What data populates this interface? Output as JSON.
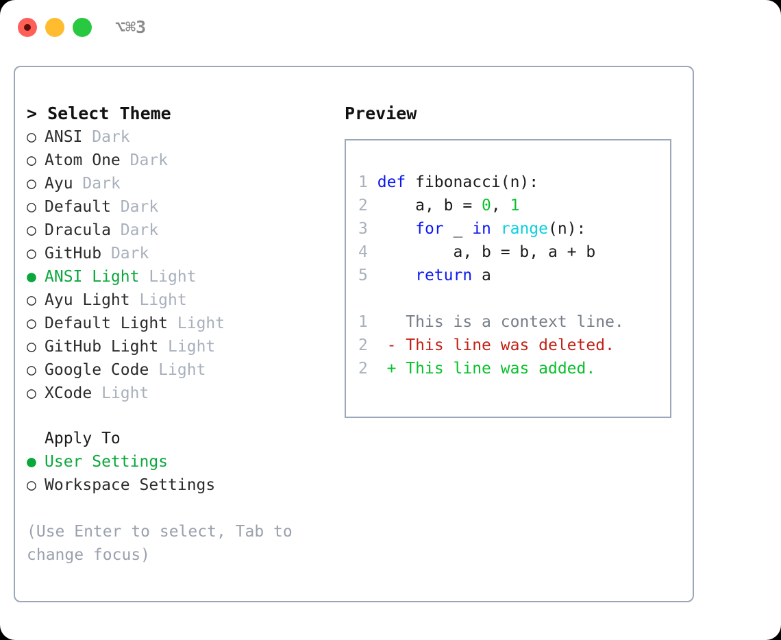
{
  "titlebar": {
    "shortcut": "⌥⌘3",
    "buttons": {
      "close": "close",
      "minimize": "minimize",
      "maximize": "maximize"
    }
  },
  "theme_panel": {
    "header": "> Select Theme",
    "bullet_selected": "●",
    "bullet_unselected": "○",
    "options": [
      {
        "name": "ANSI",
        "variant": "Dark",
        "selected": false
      },
      {
        "name": "Atom One",
        "variant": "Dark",
        "selected": false
      },
      {
        "name": "Ayu",
        "variant": "Dark",
        "selected": false
      },
      {
        "name": "Default",
        "variant": "Dark",
        "selected": false
      },
      {
        "name": "Dracula",
        "variant": "Dark",
        "selected": false
      },
      {
        "name": "GitHub",
        "variant": "Dark",
        "selected": false
      },
      {
        "name": "ANSI Light",
        "variant": "Light",
        "selected": true
      },
      {
        "name": "Ayu Light",
        "variant": "Light",
        "selected": false
      },
      {
        "name": "Default Light",
        "variant": "Light",
        "selected": false
      },
      {
        "name": "GitHub Light",
        "variant": "Light",
        "selected": false
      },
      {
        "name": "Google Code",
        "variant": "Light",
        "selected": false
      },
      {
        "name": "XCode",
        "variant": "Light",
        "selected": false
      }
    ]
  },
  "apply_to": {
    "header": "Apply To",
    "options": [
      {
        "name": "User Settings",
        "selected": true
      },
      {
        "name": "Workspace Settings",
        "selected": false
      }
    ]
  },
  "hint": "(Use Enter to select, Tab to change focus)",
  "preview": {
    "title": "Preview",
    "code_lines": [
      {
        "num": "1",
        "tokens": [
          {
            "t": "def",
            "c": "kw"
          },
          {
            "t": " fibonacci(n):",
            "c": "plain"
          }
        ]
      },
      {
        "num": "2",
        "tokens": [
          {
            "t": "    a, b = ",
            "c": "plain"
          },
          {
            "t": "0",
            "c": "num"
          },
          {
            "t": ", ",
            "c": "plain"
          },
          {
            "t": "1",
            "c": "num"
          }
        ]
      },
      {
        "num": "3",
        "tokens": [
          {
            "t": "    ",
            "c": "plain"
          },
          {
            "t": "for",
            "c": "kw"
          },
          {
            "t": " _ ",
            "c": "plain"
          },
          {
            "t": "in",
            "c": "kw"
          },
          {
            "t": " ",
            "c": "plain"
          },
          {
            "t": "range",
            "c": "fn"
          },
          {
            "t": "(n):",
            "c": "plain"
          }
        ]
      },
      {
        "num": "4",
        "tokens": [
          {
            "t": "        a, b = b, a + b",
            "c": "plain"
          }
        ]
      },
      {
        "num": "5",
        "tokens": [
          {
            "t": "    ",
            "c": "plain"
          },
          {
            "t": "return",
            "c": "kw"
          },
          {
            "t": " a",
            "c": "plain"
          }
        ]
      }
    ],
    "diff_lines": [
      {
        "num": "1",
        "marker": " ",
        "text": "This is a context line.",
        "kind": "ctx"
      },
      {
        "num": "2",
        "marker": "-",
        "text": "This line was deleted.",
        "kind": "del"
      },
      {
        "num": "2",
        "marker": "+",
        "text": "This line was added.",
        "kind": "add"
      }
    ]
  },
  "colors": {
    "border": "#9aa7b8",
    "accent_green": "#0aa83c",
    "muted": "#a8b0bc",
    "keyword": "#0a18ef",
    "function": "#0ad0dd",
    "number": "#0ac02c",
    "diff_delete": "#c22015",
    "diff_add": "#0ac02c",
    "traffic_red": "#fe5f57",
    "traffic_amber": "#febc2e",
    "traffic_green": "#28c840"
  }
}
